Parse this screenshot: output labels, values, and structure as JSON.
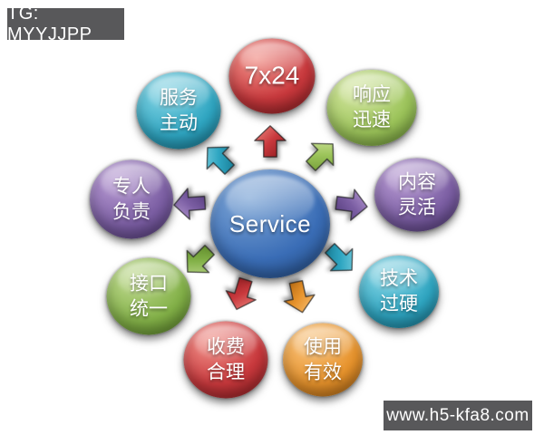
{
  "page": {
    "background": "#ffffff",
    "watermark_top": {
      "text": "TG: MYYJJPP",
      "bg": "#58585a",
      "fg": "#ffffff"
    },
    "watermark_bottom": {
      "text": "www.h5-kfa8.com",
      "bg": "#58585a",
      "fg": "#ffffff"
    }
  },
  "diagram": {
    "center": {
      "label": "Service",
      "color": "#3a6db6"
    },
    "nodes": [
      {
        "line1": "7x24",
        "line2": "",
        "color": "#c9393d",
        "position": "top"
      },
      {
        "line1": "响应",
        "line2": "迅速",
        "color": "#9cc45a",
        "position": "top-right"
      },
      {
        "line1": "内容",
        "line2": "灵活",
        "color": "#7b5ea3",
        "position": "right"
      },
      {
        "line1": "技术",
        "line2": "过硬",
        "color": "#2fa6c2",
        "position": "bottom-right"
      },
      {
        "line1": "使用",
        "line2": "有效",
        "color": "#e7932c",
        "position": "bottom-center-right"
      },
      {
        "line1": "收费",
        "line2": "合理",
        "color": "#c9393d",
        "position": "bottom-center-left"
      },
      {
        "line1": "接口",
        "line2": "统一",
        "color": "#83b148",
        "position": "bottom-left"
      },
      {
        "line1": "专人",
        "line2": "负责",
        "color": "#7b5ea3",
        "position": "left"
      },
      {
        "line1": "服务",
        "line2": "主动",
        "color": "#2fa6c2",
        "position": "top-left"
      }
    ]
  }
}
